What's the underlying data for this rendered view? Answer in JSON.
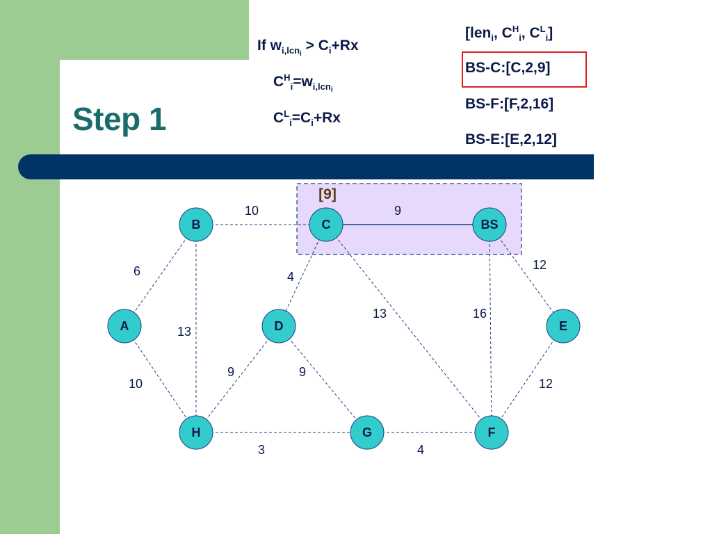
{
  "slide": {
    "title": "Step 1"
  },
  "rule": {
    "line1": {
      "prefix": "If w",
      "sub": "i,lcn",
      "subsub": "i",
      "suffix_a": " > C",
      "sub2": "i",
      "suffix_b": "+Rx"
    },
    "line2": {
      "prefix": "C",
      "sup": "H",
      "sub": "i",
      "mid": "=w",
      "sub2": "i,lcn",
      "subsub": "i"
    },
    "line3": {
      "prefix": "C",
      "sup": "L",
      "sub": "i",
      "mid": "=C",
      "sub2": "i",
      "suffix": "+Rx"
    }
  },
  "tuples": {
    "header": {
      "open": "[len",
      "sub1": "i",
      "c1": ", C",
      "sup2": "H",
      "sub2": "i",
      "c2": ", C",
      "sup3": "L",
      "sub3": "i",
      "close": "]"
    },
    "entries": [
      "BS-C:[C,2,9]",
      "BS-F:[F,2,16]",
      "BS-E:[E,2,12]"
    ],
    "highlighted_index": 0
  },
  "graph": {
    "highlight_label": "[9]",
    "nodes": [
      {
        "id": "B",
        "label": "B"
      },
      {
        "id": "C",
        "label": "C"
      },
      {
        "id": "BS",
        "label": "BS"
      },
      {
        "id": "A",
        "label": "A"
      },
      {
        "id": "D",
        "label": "D"
      },
      {
        "id": "E",
        "label": "E"
      },
      {
        "id": "H",
        "label": "H"
      },
      {
        "id": "G",
        "label": "G"
      },
      {
        "id": "F",
        "label": "F"
      }
    ],
    "edges": [
      {
        "from": "B",
        "to": "C",
        "weight": "10",
        "style": "dashed"
      },
      {
        "from": "C",
        "to": "BS",
        "weight": "9",
        "style": "solid"
      },
      {
        "from": "B",
        "to": "A",
        "weight": "6",
        "style": "dashed"
      },
      {
        "from": "B",
        "to": "H",
        "weight": "13",
        "style": "dashed"
      },
      {
        "from": "C",
        "to": "D",
        "weight": "4",
        "style": "dashed"
      },
      {
        "from": "C",
        "to": "F",
        "weight": "13",
        "style": "dashed"
      },
      {
        "from": "BS",
        "to": "F",
        "weight": "16",
        "style": "dashed"
      },
      {
        "from": "BS",
        "to": "E",
        "weight": "12",
        "style": "dashed"
      },
      {
        "from": "A",
        "to": "H",
        "weight": "10",
        "style": "dashed"
      },
      {
        "from": "D",
        "to": "H",
        "weight": "9",
        "style": "dashed"
      },
      {
        "from": "D",
        "to": "G",
        "weight": "9",
        "style": "dashed"
      },
      {
        "from": "E",
        "to": "F",
        "weight": "12",
        "style": "dashed"
      },
      {
        "from": "H",
        "to": "G",
        "weight": "3",
        "style": "dashed"
      },
      {
        "from": "G",
        "to": "F",
        "weight": "4",
        "style": "dashed"
      }
    ]
  },
  "colors": {
    "node_fill": "#33cccc",
    "edge": "#1f3f7f",
    "highlight_fill": "#e6d9fb",
    "title": "#1a6b6b",
    "accent_bar": "#003366",
    "side_green": "#9dcc93",
    "red_box": "#e02020"
  }
}
